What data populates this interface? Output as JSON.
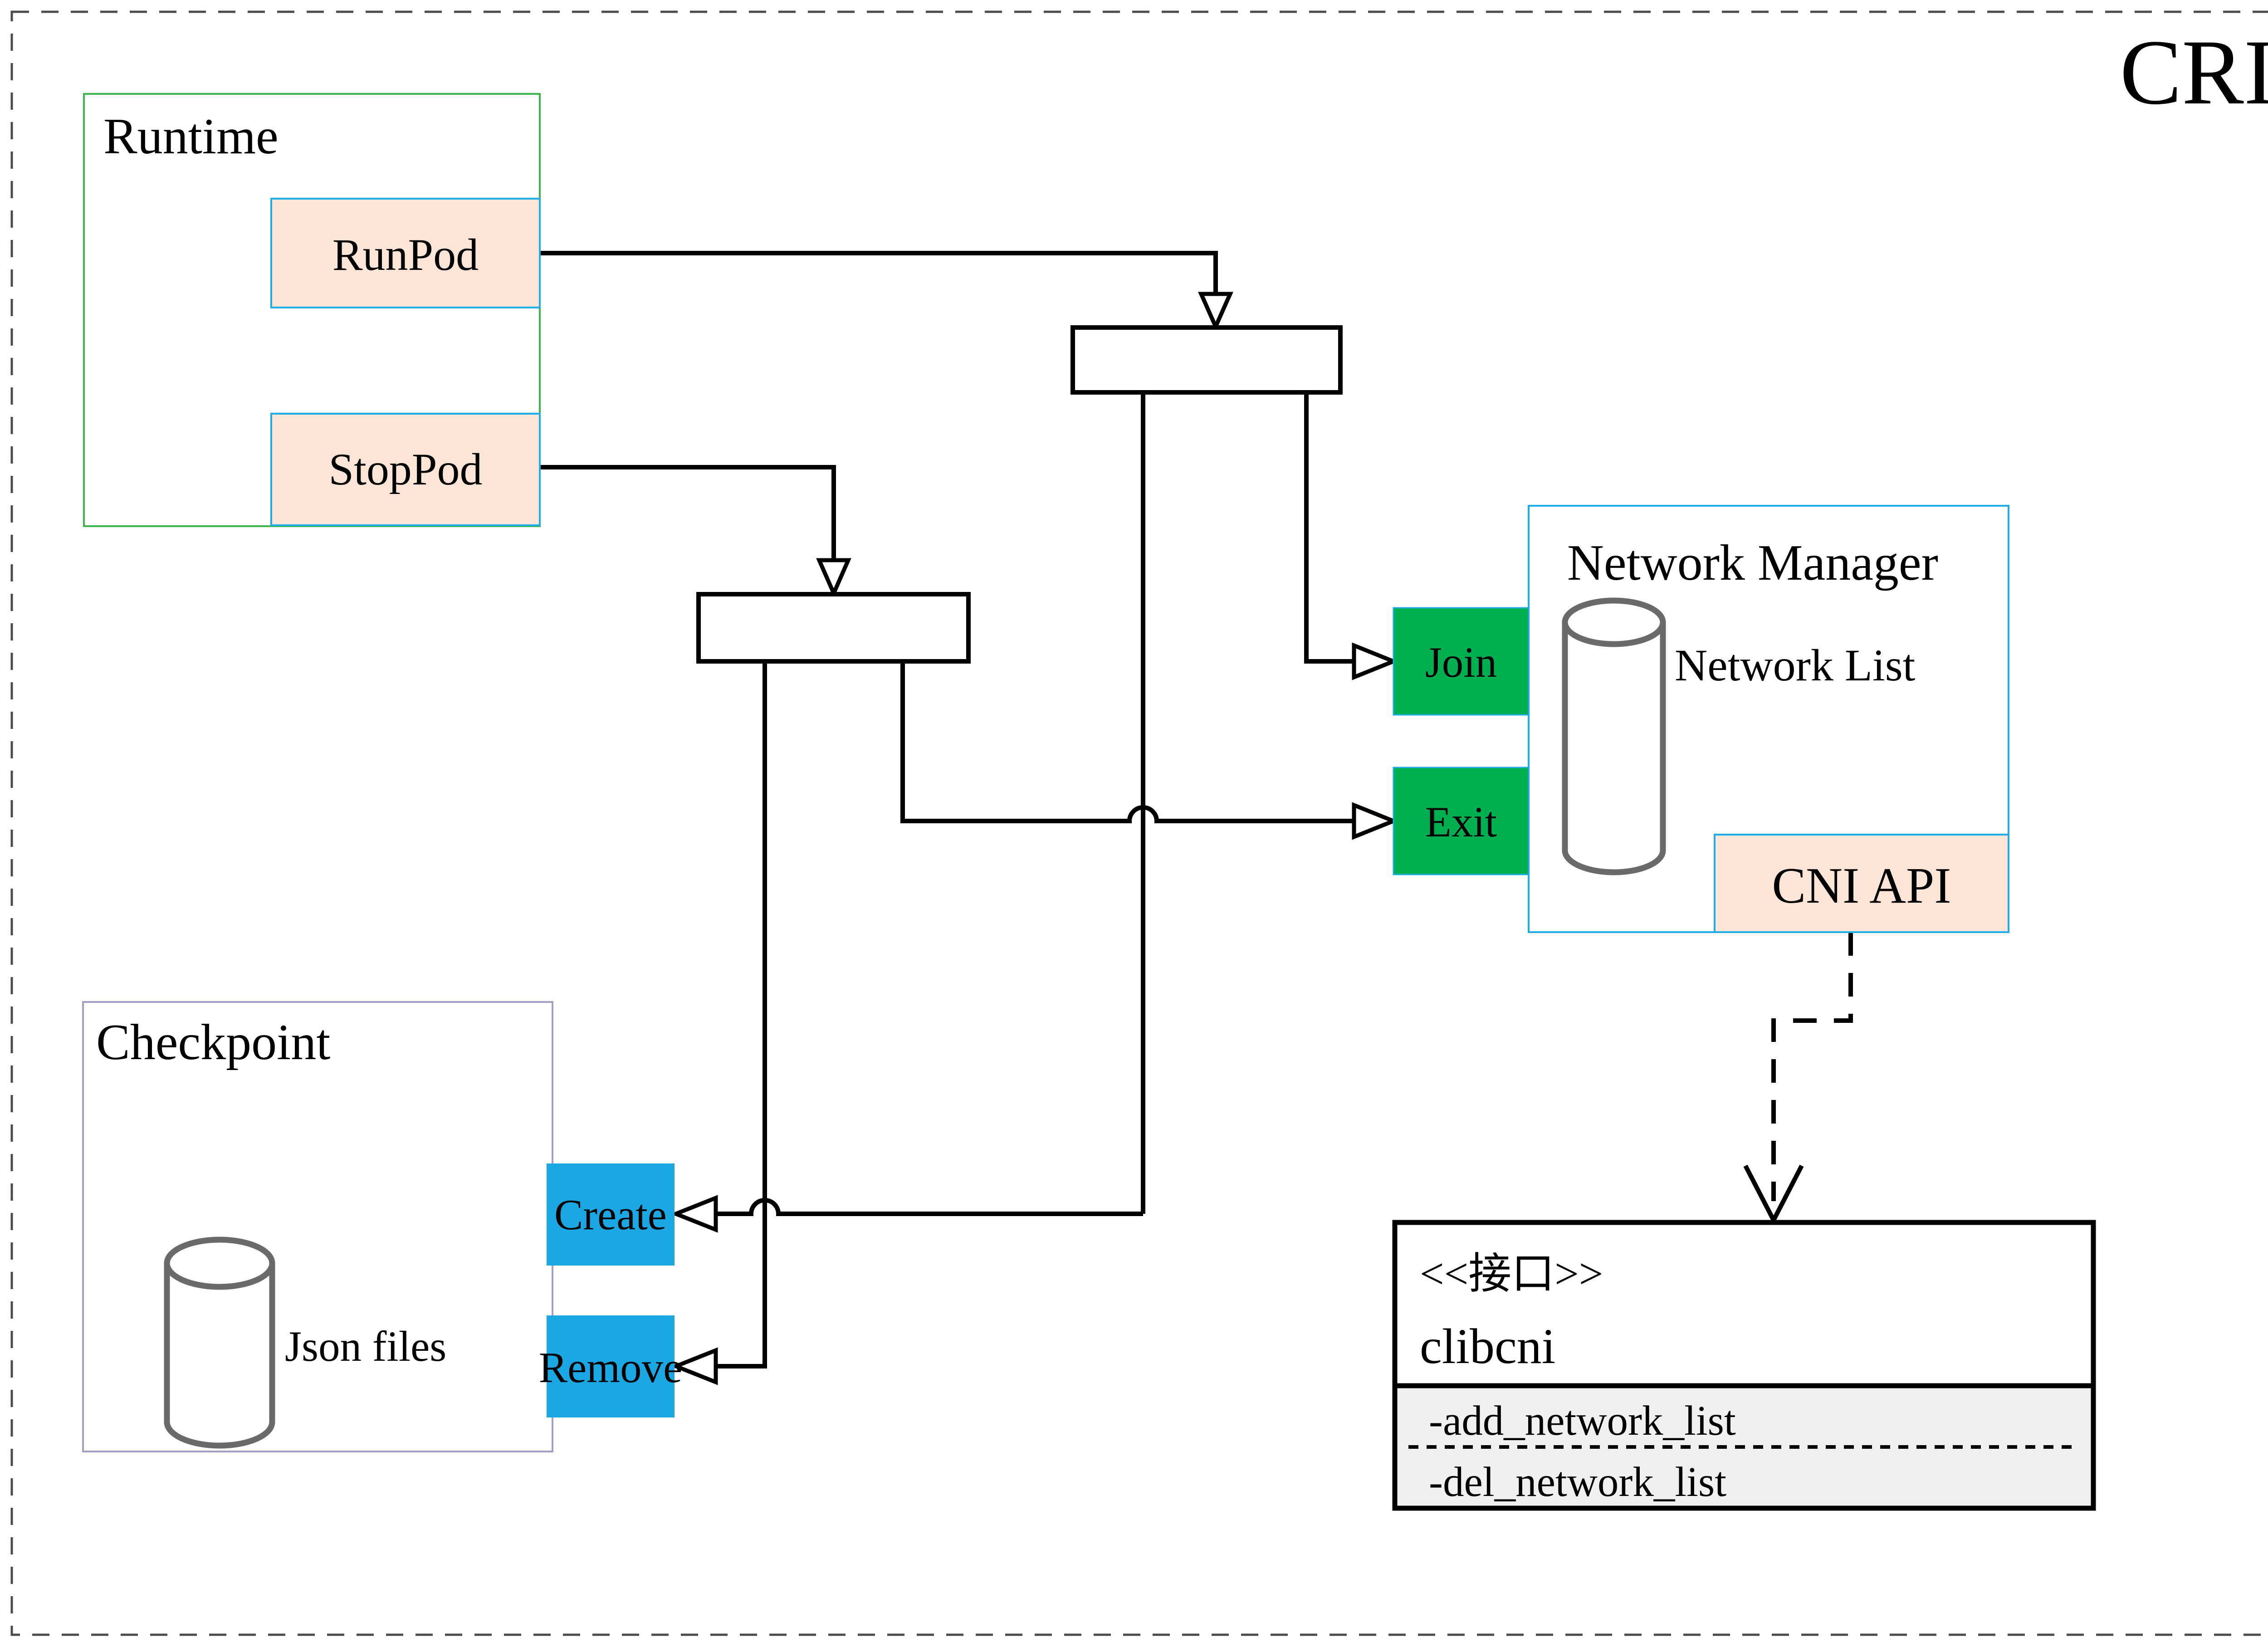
{
  "page": {
    "title": "CRI"
  },
  "colors": {
    "title_gold": "#8B6914",
    "action_green": "#00B050",
    "action_cyan": "#1BA7E3",
    "method_peach": "#FCE4D6",
    "border_blue": "#20ACE4",
    "border_green": "#3CB54A",
    "border_purple": "#A79CC8",
    "section_gray": "#F0F0F0",
    "cylinder_gray": "#6A6A6A",
    "line_black": "#000000",
    "page_border_gray": "#4B4B4B"
  },
  "runtime": {
    "title": "Runtime",
    "methods": [
      {
        "label": "RunPod"
      },
      {
        "label": "StopPod"
      }
    ]
  },
  "network_manager": {
    "title": "Network Manager",
    "datastore_label": "Network List",
    "actions": [
      {
        "label": "Join"
      },
      {
        "label": "Exit"
      }
    ],
    "api_label": "CNI API"
  },
  "checkpoint": {
    "title": "Checkpoint",
    "datastore_label": "Json files",
    "actions": [
      {
        "label": "Create"
      },
      {
        "label": "Remove"
      }
    ]
  },
  "clibcni": {
    "stereotype": "<<接口>>",
    "name": "clibcni",
    "methods": [
      {
        "label": "-add_network_list"
      },
      {
        "label": "-del_network_list"
      }
    ]
  }
}
